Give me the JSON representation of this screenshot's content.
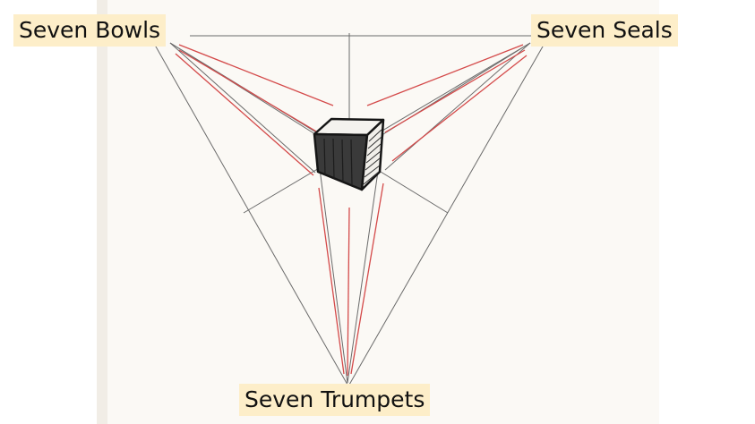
{
  "labels": {
    "vp_left": "Seven Bowls",
    "vp_right": "Seven Seals",
    "vp_bottom": "Seven Trumpets"
  },
  "colors": {
    "paper": "#fbf9f5",
    "pencil": "#5a5a5a",
    "red_pencil": "#d44a4a",
    "ink": "#151515",
    "label_bg": "#fdeec9"
  }
}
